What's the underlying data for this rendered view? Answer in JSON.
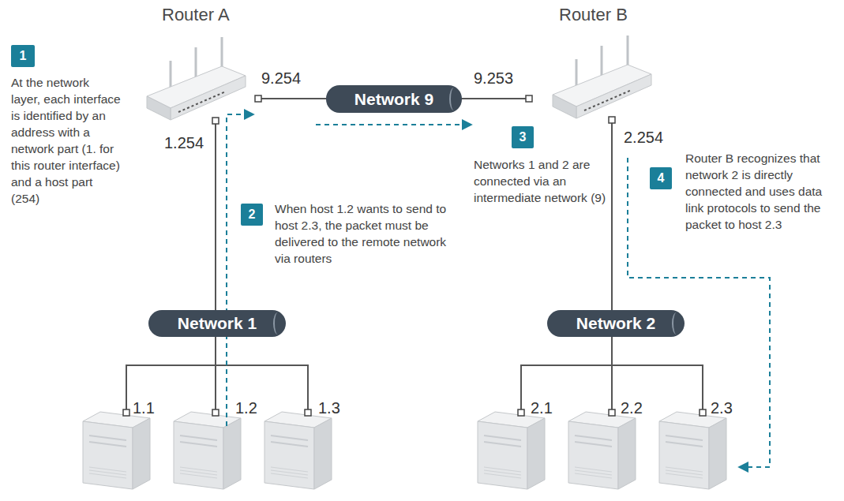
{
  "diagram": {
    "nodes": [
      {
        "text": [
          "1"
        ]
      },
      {
        "text": [
          "Network 9"
        ]
      },
      {
        "text": [
          "2"
        ]
      },
      {
        "text": [
          "3"
        ]
      },
      {
        "text": [
          "4"
        ]
      },
      {
        "text": [
          "Network 1"
        ]
      },
      {
        "text": [
          "Network 2"
        ]
      }
    ],
    "labels": [
      "Router A",
      "Router B",
      "9.254",
      "9.253",
      "At the network layer, each interface is identified by an address with a network part (1. for this router interface) and a host part (254)",
      "1.254",
      "2.254",
      "Networks 1 and 2 are connected via an intermediate network (9)",
      "Router B recognizes that network 2 is directly connected and uses data link protocols to send the packet to host 2.3",
      "When host 1.2 wants to send to host 2.3, the packet must be delivered to the remote network via routers",
      "1.1",
      "1.2",
      "1.3",
      "2.1",
      "2.2",
      "2.3"
    ]
  }
}
